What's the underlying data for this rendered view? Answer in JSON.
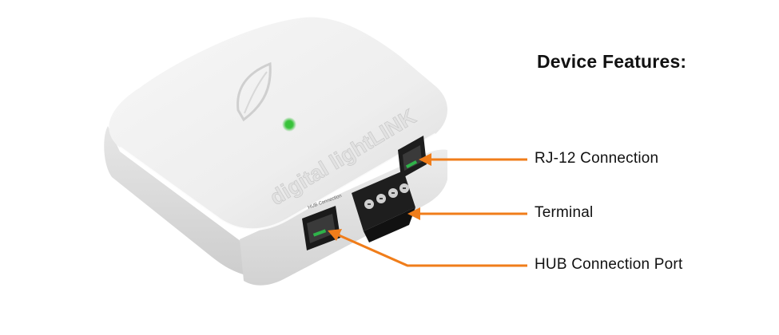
{
  "heading": "Device Features:",
  "device": {
    "brand_text": "digital lightLINK",
    "port_label": "HUB Connection"
  },
  "features": [
    {
      "label": "RJ-12 Connection",
      "target": "rj12-port"
    },
    {
      "label": "Terminal",
      "target": "terminal-block"
    },
    {
      "label": "HUB Connection Port",
      "target": "hub-port"
    }
  ],
  "colors": {
    "callout": "#f07d1a",
    "text": "#111111",
    "device_body": "#f2f2f2",
    "led": "#38c23a",
    "terminal": "#1e1e1e"
  }
}
